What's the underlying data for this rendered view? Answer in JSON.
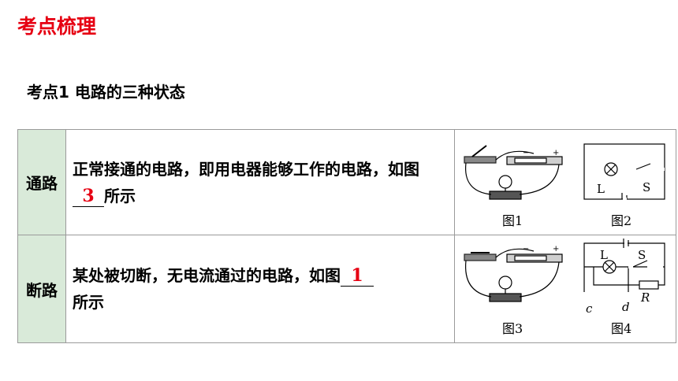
{
  "page": {
    "section_title": "考点梳理",
    "kp_title": "考点1  电路的三种状态"
  },
  "rows": [
    {
      "label": "通路",
      "desc_before": "正常接通的电路，即用电器能够工作的电路，如图",
      "answer": "3",
      "desc_after": "所示"
    },
    {
      "label": "断路",
      "desc_before": "某处被切断，无电流通过的电路，如图",
      "answer": "1",
      "desc_after": "所示"
    }
  ],
  "figures": {
    "fig1": "图1",
    "fig2": "图2",
    "fig3": "图3",
    "fig4": "图4",
    "fig2_L": "L",
    "fig2_S": "S",
    "fig4_L": "L",
    "fig4_S": "S",
    "fig4_R": "R",
    "fig4_c": "c",
    "fig4_d": "d",
    "battery_minus": "−",
    "battery_plus": "+"
  }
}
